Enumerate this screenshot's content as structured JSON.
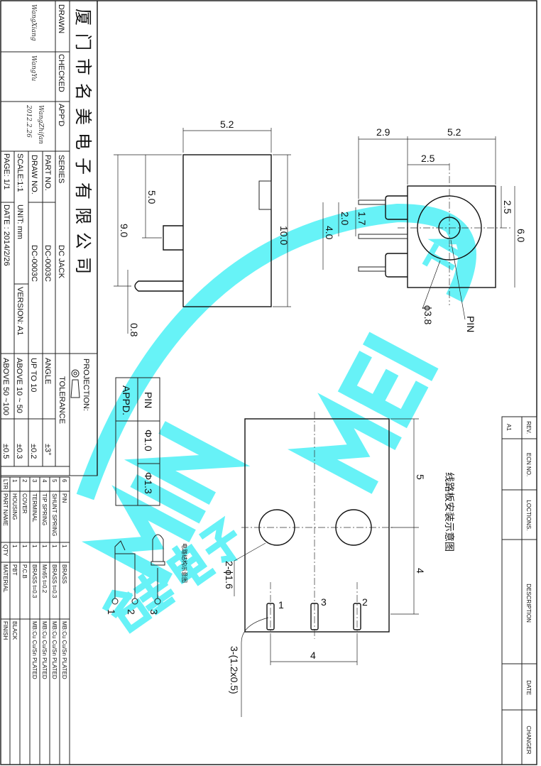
{
  "title_block": {
    "company": "厦门市名美电子有限公司",
    "drawn_label": "DRAWN",
    "checked_label": "CHECKED",
    "approved_label": "APP'D",
    "drawn_sig": "WangXiang",
    "checked_sig": "WangYu",
    "approved_sig": "WangZhifan",
    "approved_date": "2012.2.26",
    "series_label": "SERIES",
    "series": "DC JACK",
    "part_no_label": "PART NO.",
    "part_no": "DC-0003C",
    "draw_no_label": "DRAW NO.",
    "draw_no": "DC-0003C",
    "scale": "SCALE:1:1",
    "unit": "UNIT: mm",
    "version": "VERSION: A1",
    "page": "PAGE: 1/1",
    "date": "DATE : 2014/2/26"
  },
  "tolerance": {
    "projection": "PROJECTION:",
    "header": "TOLERANCE",
    "rows": [
      {
        "label": "ANGLE",
        "value": "±3°"
      },
      {
        "label": "UP TO 10",
        "value": "±0.2"
      },
      {
        "label": "ABOVE 10 ~ 50",
        "value": "±0.3"
      },
      {
        "label": "ABOVE 50 ~100",
        "value": "±0.5"
      }
    ]
  },
  "parts": {
    "headers": [
      "LTR",
      "PART NAME",
      "QTY",
      "MATERIAL",
      "FINISH"
    ],
    "rows": [
      [
        "1",
        "HOUSING",
        "1",
        "PBT",
        "BLACK"
      ],
      [
        "2",
        "COVER",
        "1",
        "P.C.B",
        ""
      ],
      [
        "3",
        "TERMINAL",
        "1",
        "BRASS  t=0.3",
        "MB:Cu   Cu/Sn   PLATED"
      ],
      [
        "4",
        "TIP  SPRING",
        "1",
        "Mn65  t=0.2",
        "MB:Cu   Cu/Sn   PLATED"
      ],
      [
        "5",
        "SHUNT  SPRING",
        "1",
        "BRASS  t=0.3",
        "MB:Cu   Cu/Sn   PLATED"
      ],
      [
        "6",
        "PIN",
        "1",
        "BRASS",
        "MB:Cu   Cu/Sn   PLATED"
      ]
    ]
  },
  "revision": {
    "headers": [
      "REV.",
      "ECN NO.",
      "LOCTIONS.",
      "DESCRIPTION",
      "DATE",
      "CHANGER"
    ],
    "rows": [
      [
        "A1",
        "",
        "",
        "",
        "",
        ""
      ]
    ]
  },
  "pin_table": {
    "pin_label": "PIN",
    "appd_label": "APPD.",
    "pin_values": [
      "Φ1.0",
      "Φ1.3"
    ]
  },
  "dimensions": {
    "side": {
      "w": "5.2",
      "h5": "5.0",
      "h9": "9.0",
      "h10": "10.0",
      "pin": "0.8"
    },
    "front": {
      "a": "2.9",
      "b": "5.2",
      "c": "2.5",
      "d": "2.5",
      "e": "6.0",
      "f": "1.7",
      "g": "2.0",
      "h": "4.0",
      "dia": "ϕ3.8",
      "pin": "PIN"
    },
    "pcb": {
      "title": "线路板安装示意图",
      "v5": "5",
      "v4": "4",
      "h4": "4",
      "holes": "2-ϕ1.6",
      "slots": "3-(1.2x0.5)",
      "p1": "1",
      "p2": "2",
      "p3": "3"
    }
  },
  "schematic": {
    "title": "电路结构示意图",
    "n1": "1",
    "n2": "2",
    "n3": "3"
  },
  "watermark": {
    "brand": "MINGMEI",
    "cn": "名美电子",
    "tm": "TM",
    "color": "#5ff2f7"
  }
}
